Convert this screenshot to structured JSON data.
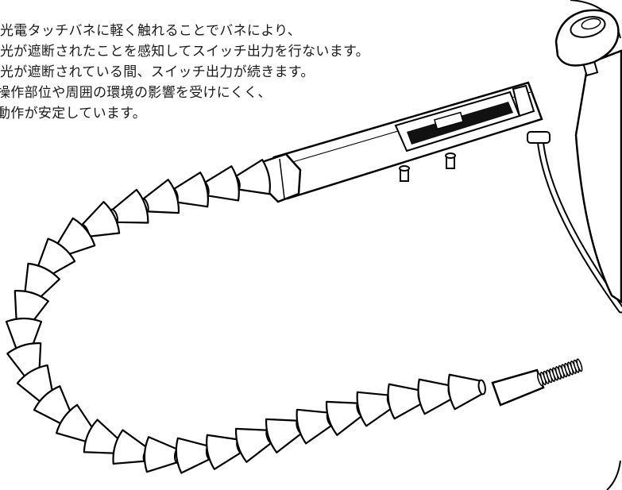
{
  "description": {
    "lines": [
      "光電タッチバネに軽く触れることでバネにより、",
      "光が遮断されたことを感知してスイッチ出力を行ないます。",
      "光が遮断されている間、スイッチ出力が続きます。",
      "操作部位や周囲の環境の影響を受けにくく、",
      "動作が安定しています。"
    ]
  },
  "colors": {
    "stroke": "#000000",
    "fill": "#ffffff"
  },
  "icons": [
    "thumb-screw-knob",
    "spring-tip",
    "flexible-gooseneck-arm"
  ]
}
